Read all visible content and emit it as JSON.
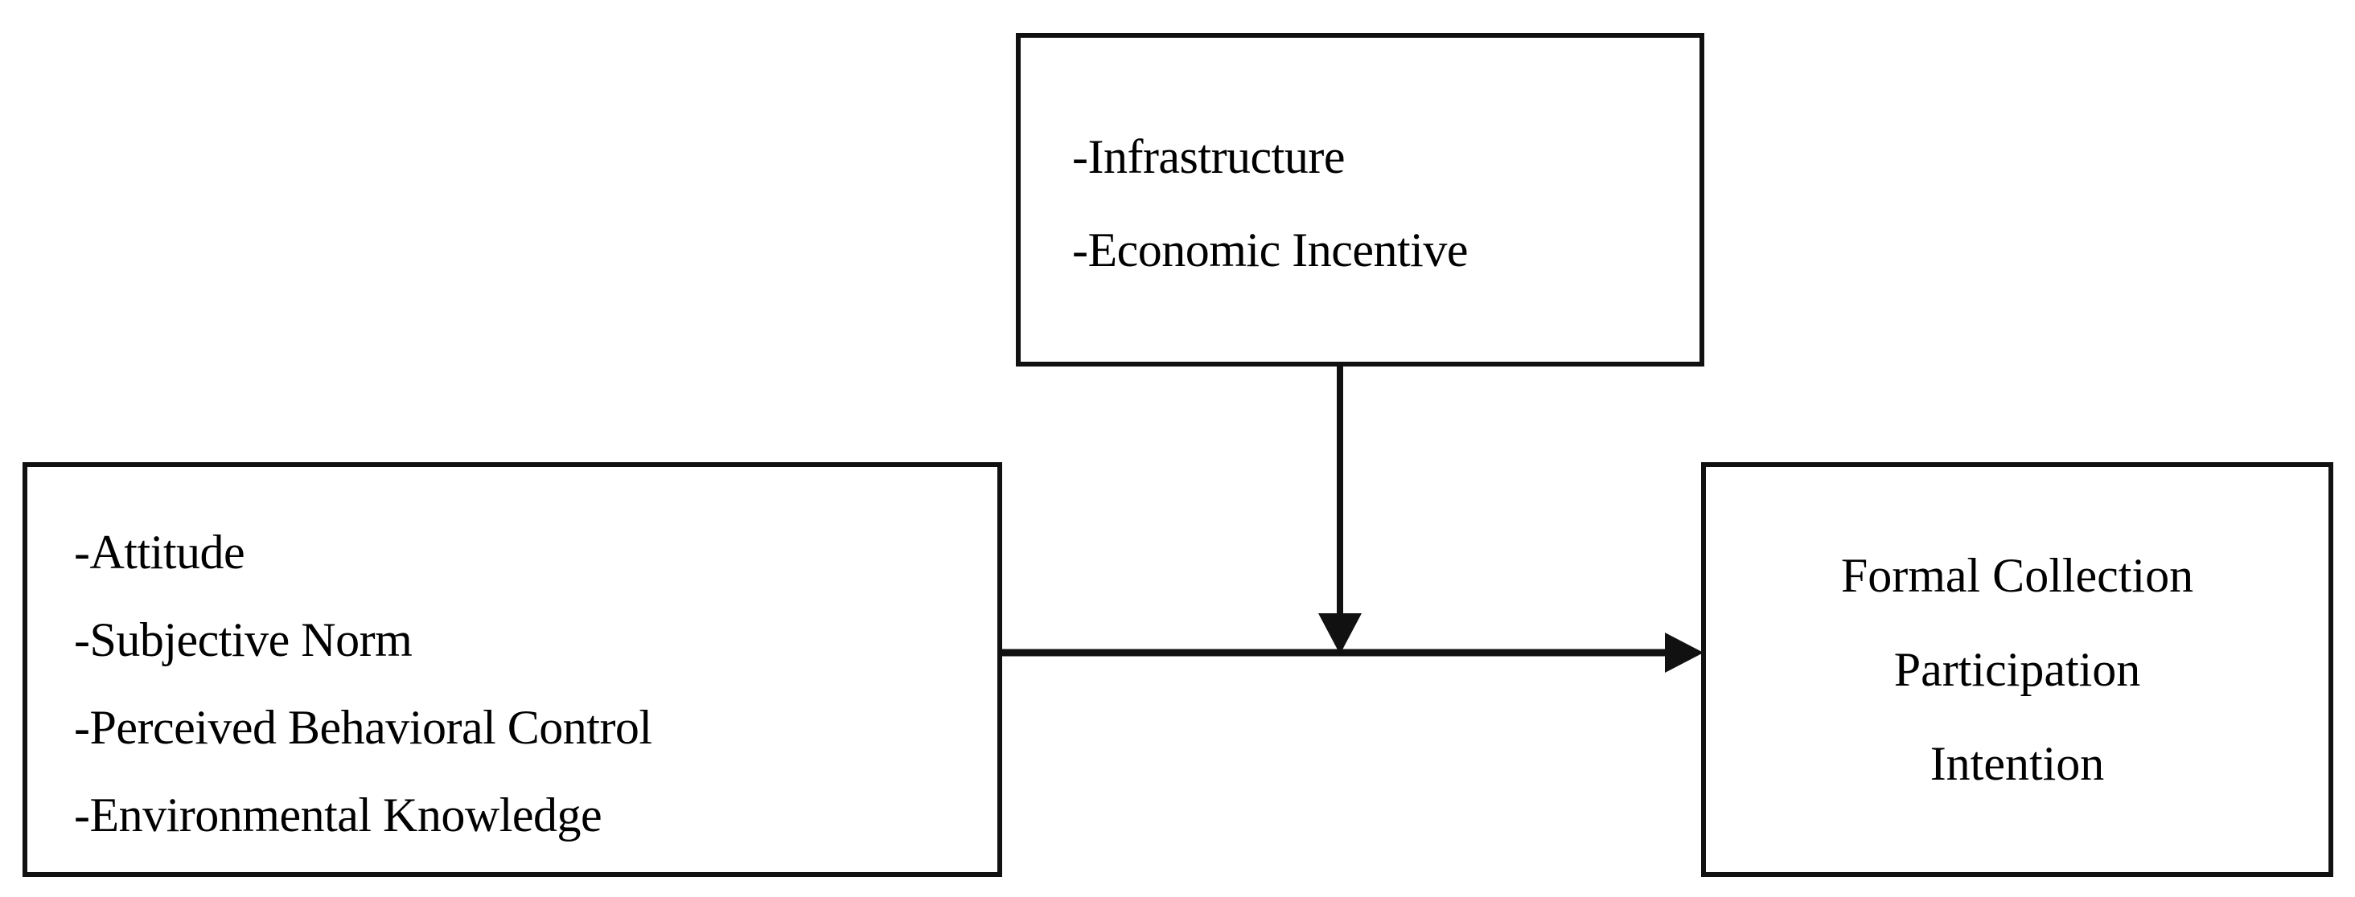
{
  "diagram": {
    "type": "conceptual-model",
    "background_color": "#ffffff",
    "line_color": "#111111",
    "text_color": "#000000",
    "nodes": {
      "moderator": {
        "name": "moderating-factors-box",
        "items": [
          "-Infrastructure",
          "-Economic Incentive"
        ],
        "align": "left"
      },
      "antecedents": {
        "name": "antecedent-factors-box",
        "items": [
          "-Attitude",
          "-Subjective Norm",
          "-Perceived Behavioral Control",
          "-Environmental Knowledge"
        ],
        "align": "left"
      },
      "outcome": {
        "name": "outcome-box",
        "lines": [
          "Formal Collection",
          "Participation",
          "Intention"
        ],
        "align": "center"
      }
    },
    "connectors": [
      {
        "name": "antecedents-to-outcome-arrow",
        "from": "antecedents",
        "to": "outcome",
        "direction": "horizontal-right",
        "arrowhead": "solid-triangle"
      },
      {
        "name": "moderator-to-path-arrow",
        "from": "moderator",
        "to": "antecedents-to-outcome-arrow",
        "direction": "vertical-down",
        "arrowhead": "solid-triangle"
      }
    ]
  }
}
